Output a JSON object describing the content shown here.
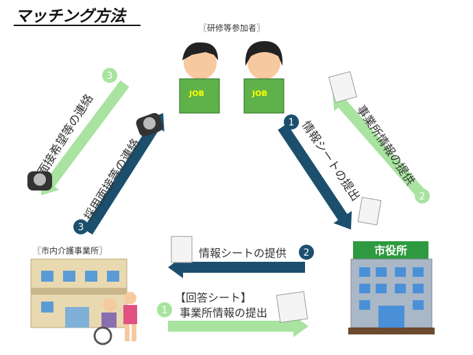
{
  "title": "マッチング方法",
  "participants_label": "〖研修等参加者〗",
  "facility_label": "〖市内介護事業所〗",
  "city_hall_sign": "市役所",
  "book_label": "JOB",
  "colors": {
    "dark_blue": "#1c4f6e",
    "light_green": "#a8e3a0"
  },
  "arrows": {
    "left_green": {
      "step": "3",
      "label": "面接希望等の連絡"
    },
    "left_blue": {
      "step": "3",
      "label": "採用面接等の連絡"
    },
    "right_blue": {
      "step": "1",
      "label": "情報シートの提出"
    },
    "right_green": {
      "step": "2",
      "label": "事業所情報の提供"
    },
    "middle_blue": {
      "step": "2",
      "label": "情報シートの提供"
    },
    "middle_green": {
      "step": "1",
      "label_line1": "【回答シート】",
      "label_line2": "事業所情報の提出"
    }
  },
  "icons": [
    "telephone-icon",
    "document-icon",
    "building-icon",
    "city-hall-icon",
    "student-icon",
    "caregiver-icon"
  ]
}
